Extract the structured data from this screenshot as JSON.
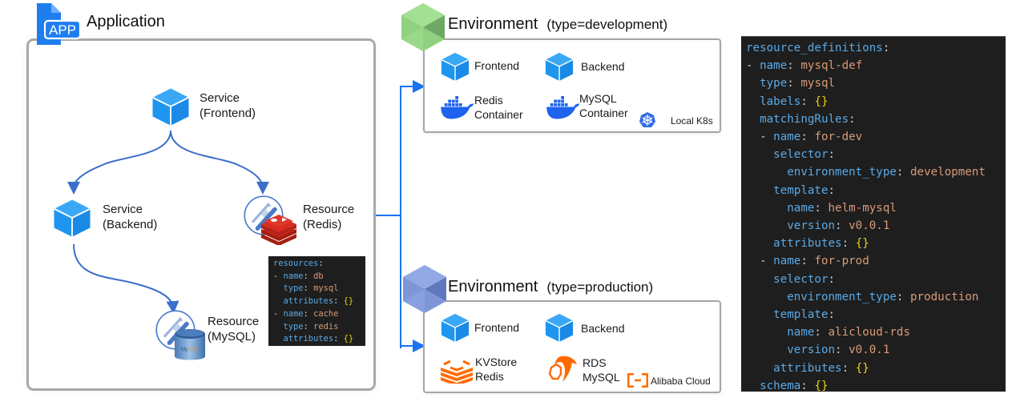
{
  "application": {
    "title": "Application",
    "icon": "app-file-icon",
    "nodes": [
      {
        "id": "svc-frontend",
        "kind": "Service",
        "name": "(Frontend)",
        "icon": "cube-icon"
      },
      {
        "id": "svc-backend",
        "kind": "Service",
        "name": "(Backend)",
        "icon": "cube-icon"
      },
      {
        "id": "res-redis",
        "kind": "Resource",
        "name": "(Redis)",
        "icon": "redis-resource-icon"
      },
      {
        "id": "res-mysql",
        "kind": "Resource",
        "name": "(MySQL)",
        "icon": "mysql-resource-icon"
      }
    ],
    "edges": [
      {
        "from": "svc-frontend",
        "to": "svc-backend"
      },
      {
        "from": "svc-frontend",
        "to": "res-redis"
      },
      {
        "from": "svc-backend",
        "to": "res-mysql"
      }
    ],
    "resources_yaml": [
      [
        {
          "t": "k",
          "s": "resources"
        },
        {
          "t": "p",
          "s": ":"
        }
      ],
      [
        {
          "t": "p",
          "s": "- "
        },
        {
          "t": "k",
          "s": "name"
        },
        {
          "t": "p",
          "s": ": "
        },
        {
          "t": "v",
          "s": "db"
        }
      ],
      [
        {
          "t": "p",
          "s": "  "
        },
        {
          "t": "k",
          "s": "type"
        },
        {
          "t": "p",
          "s": ": "
        },
        {
          "t": "v",
          "s": "mysql"
        }
      ],
      [
        {
          "t": "p",
          "s": "  "
        },
        {
          "t": "k",
          "s": "attributes"
        },
        {
          "t": "p",
          "s": ": "
        },
        {
          "t": "b",
          "s": "{}"
        }
      ],
      [
        {
          "t": "p",
          "s": "- "
        },
        {
          "t": "k",
          "s": "name"
        },
        {
          "t": "p",
          "s": ": "
        },
        {
          "t": "v",
          "s": "cache"
        }
      ],
      [
        {
          "t": "p",
          "s": "  "
        },
        {
          "t": "k",
          "s": "type"
        },
        {
          "t": "p",
          "s": ": "
        },
        {
          "t": "v",
          "s": "redis"
        }
      ],
      [
        {
          "t": "p",
          "s": "  "
        },
        {
          "t": "k",
          "s": "attributes"
        },
        {
          "t": "p",
          "s": ": "
        },
        {
          "t": "b",
          "s": "{}"
        }
      ]
    ]
  },
  "environments": [
    {
      "id": "dev",
      "title": "Environment",
      "type_label": "(type=development)",
      "hex_color": "#8fd17e",
      "items": [
        {
          "label": "Frontend",
          "icon": "cube-icon"
        },
        {
          "label": "Backend",
          "icon": "cube-icon"
        },
        {
          "label": "Redis\nContainer",
          "icon": "docker-icon"
        },
        {
          "label": "MySQL\nContainer",
          "icon": "docker-icon"
        }
      ],
      "platform": {
        "label": "Local K8s",
        "icon": "kubernetes-icon"
      }
    },
    {
      "id": "prod",
      "title": "Environment",
      "type_label": "(type=production)",
      "hex_color": "#7e96d8",
      "items": [
        {
          "label": "Frontend",
          "icon": "cube-icon"
        },
        {
          "label": "Backend",
          "icon": "cube-icon"
        },
        {
          "label": "KVStore\nRedis",
          "icon": "kvstore-icon"
        },
        {
          "label": "RDS\nMySQL",
          "icon": "rds-icon"
        }
      ],
      "platform": {
        "label": "Alibaba Cloud",
        "icon": "alibaba-cloud-icon"
      }
    }
  ],
  "resource_definitions_yaml": [
    [
      {
        "t": "k",
        "s": "resource_definitions"
      },
      {
        "t": "p",
        "s": ":"
      }
    ],
    [
      {
        "t": "p",
        "s": "- "
      },
      {
        "t": "k",
        "s": "name"
      },
      {
        "t": "p",
        "s": ": "
      },
      {
        "t": "v",
        "s": "mysql-def"
      }
    ],
    [
      {
        "t": "p",
        "s": "  "
      },
      {
        "t": "k",
        "s": "type"
      },
      {
        "t": "p",
        "s": ": "
      },
      {
        "t": "v",
        "s": "mysql"
      }
    ],
    [
      {
        "t": "p",
        "s": "  "
      },
      {
        "t": "k",
        "s": "labels"
      },
      {
        "t": "p",
        "s": ": "
      },
      {
        "t": "b",
        "s": "{}"
      }
    ],
    [
      {
        "t": "p",
        "s": "  "
      },
      {
        "t": "k",
        "s": "matchingRules"
      },
      {
        "t": "p",
        "s": ":"
      }
    ],
    [
      {
        "t": "p",
        "s": "  - "
      },
      {
        "t": "k",
        "s": "name"
      },
      {
        "t": "p",
        "s": ": "
      },
      {
        "t": "v",
        "s": "for-dev"
      }
    ],
    [
      {
        "t": "p",
        "s": "    "
      },
      {
        "t": "k",
        "s": "selector"
      },
      {
        "t": "p",
        "s": ":"
      }
    ],
    [
      {
        "t": "p",
        "s": "      "
      },
      {
        "t": "k",
        "s": "environment_type"
      },
      {
        "t": "p",
        "s": ": "
      },
      {
        "t": "v",
        "s": "development"
      }
    ],
    [
      {
        "t": "p",
        "s": "    "
      },
      {
        "t": "k",
        "s": "template"
      },
      {
        "t": "p",
        "s": ":"
      }
    ],
    [
      {
        "t": "p",
        "s": "      "
      },
      {
        "t": "k",
        "s": "name"
      },
      {
        "t": "p",
        "s": ": "
      },
      {
        "t": "v",
        "s": "helm-mysql"
      }
    ],
    [
      {
        "t": "p",
        "s": "      "
      },
      {
        "t": "k",
        "s": "version"
      },
      {
        "t": "p",
        "s": ": "
      },
      {
        "t": "v",
        "s": "v0.0.1"
      }
    ],
    [
      {
        "t": "p",
        "s": "    "
      },
      {
        "t": "k",
        "s": "attributes"
      },
      {
        "t": "p",
        "s": ": "
      },
      {
        "t": "b",
        "s": "{}"
      }
    ],
    [
      {
        "t": "p",
        "s": "  - "
      },
      {
        "t": "k",
        "s": "name"
      },
      {
        "t": "p",
        "s": ": "
      },
      {
        "t": "v",
        "s": "for-prod"
      }
    ],
    [
      {
        "t": "p",
        "s": "    "
      },
      {
        "t": "k",
        "s": "selector"
      },
      {
        "t": "p",
        "s": ":"
      }
    ],
    [
      {
        "t": "p",
        "s": "      "
      },
      {
        "t": "k",
        "s": "environment_type"
      },
      {
        "t": "p",
        "s": ": "
      },
      {
        "t": "v",
        "s": "production"
      }
    ],
    [
      {
        "t": "p",
        "s": "    "
      },
      {
        "t": "k",
        "s": "template"
      },
      {
        "t": "p",
        "s": ":"
      }
    ],
    [
      {
        "t": "p",
        "s": "      "
      },
      {
        "t": "k",
        "s": "name"
      },
      {
        "t": "p",
        "s": ": "
      },
      {
        "t": "v",
        "s": "alicloud-rds"
      }
    ],
    [
      {
        "t": "p",
        "s": "      "
      },
      {
        "t": "k",
        "s": "version"
      },
      {
        "t": "p",
        "s": ": "
      },
      {
        "t": "v",
        "s": "v0.0.1"
      }
    ],
    [
      {
        "t": "p",
        "s": "    "
      },
      {
        "t": "k",
        "s": "attributes"
      },
      {
        "t": "p",
        "s": ": "
      },
      {
        "t": "b",
        "s": "{}"
      }
    ],
    [
      {
        "t": "p",
        "s": "  "
      },
      {
        "t": "k",
        "s": "schema"
      },
      {
        "t": "p",
        "s": ": "
      },
      {
        "t": "b",
        "s": "{}"
      }
    ]
  ],
  "colors": {
    "cube_blue": "#1e96f0",
    "edge_blue": "#3c6fc9",
    "link_blue": "#1a73f0",
    "redis_red": "#d82c20",
    "alibaba_orange": "#ff6a00",
    "docker_blue": "#1d63ed",
    "code_bg": "#1e1e1e"
  }
}
